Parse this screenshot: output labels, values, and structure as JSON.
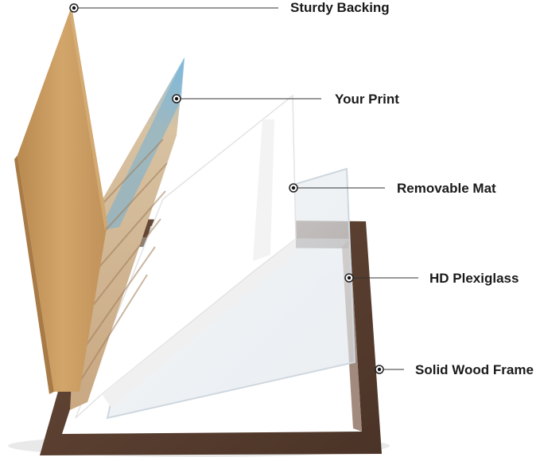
{
  "labels": {
    "sturdy_backing": "Sturdy Backing",
    "your_print": "Your Print",
    "removable_mat": "Removable Mat",
    "hd_plexiglass": "HD Plexiglass",
    "solid_wood_frame": "Solid Wood Frame"
  },
  "colors": {
    "backing": "#c79a5e",
    "frame": "#5a3f30",
    "mat": "#ffffff",
    "glass": "#e9eef2",
    "line": "#333333"
  }
}
